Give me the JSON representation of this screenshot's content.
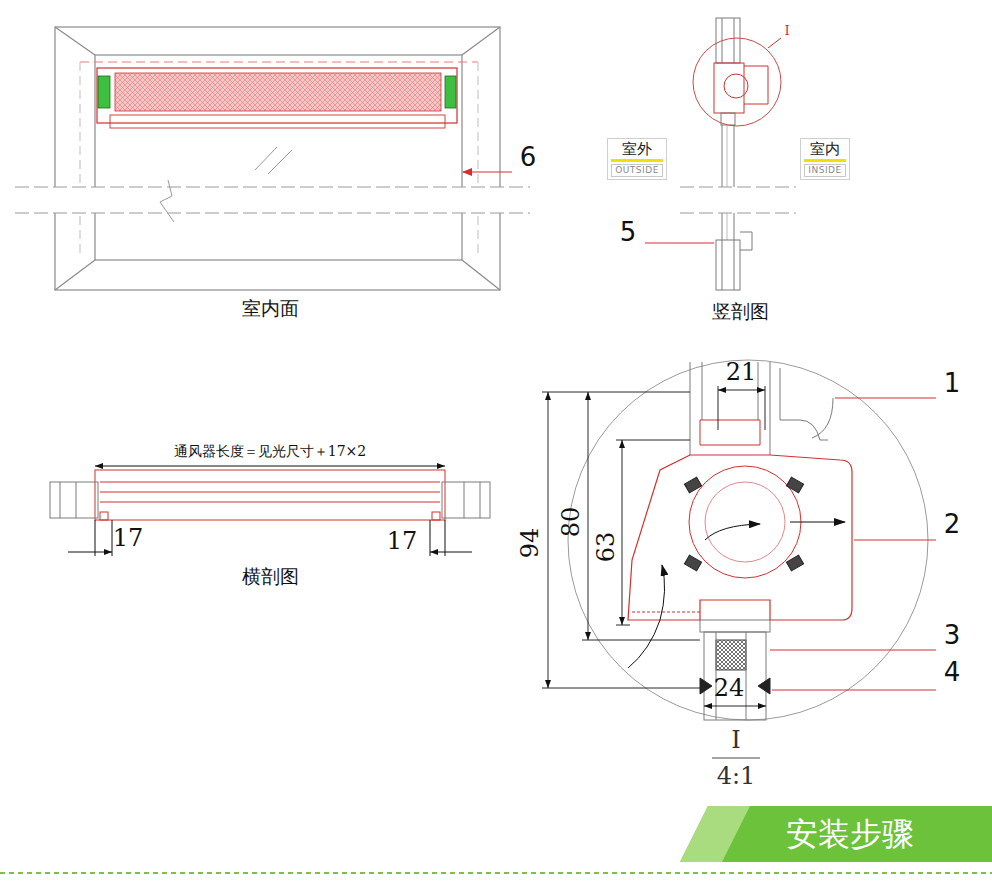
{
  "diagram": {
    "nodes": [
      {
        "text": [
          "室外",
          "OUTSIDE"
        ]
      },
      {
        "text": [
          "室内",
          "INSIDE"
        ]
      },
      {
        "text": [
          "安装步骤"
        ]
      }
    ],
    "labels": [
      "6",
      "室内面",
      "I",
      "5",
      "竖剖图",
      "通风器长度＝见光尺寸＋17×2",
      "17",
      "17",
      "横剖图",
      "21",
      "1",
      "94",
      "80",
      "63",
      "2",
      "3",
      "24",
      "4",
      "I",
      "4:1"
    ]
  }
}
